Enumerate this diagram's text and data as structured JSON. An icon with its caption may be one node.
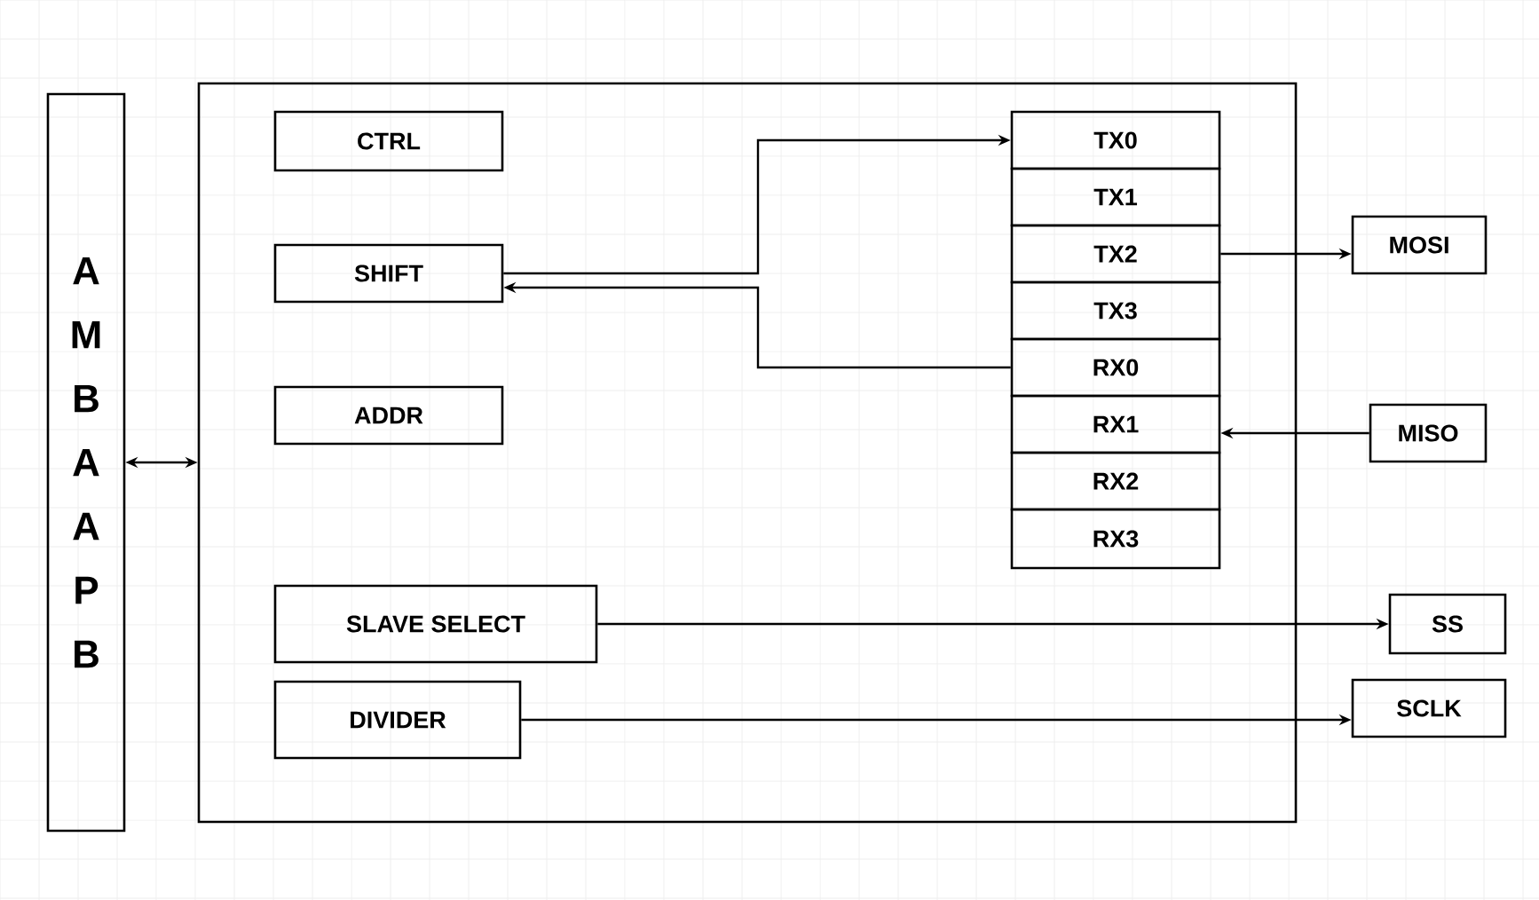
{
  "diagram": {
    "nodes": [
      {
        "text": [
          "AMBA APB"
        ]
      },
      {
        "text": [],
        "shape": "box"
      },
      {
        "text": [
          "CTRL"
        ],
        "in": 1
      },
      {
        "text": [
          "SHIFT"
        ],
        "in": 1
      },
      {
        "text": [
          "ADDR"
        ],
        "in": 1
      },
      {
        "text": [
          "TX0"
        ],
        "in": 1
      },
      {
        "text": [
          "TX1"
        ],
        "in": 1
      },
      {
        "text": [
          "TX2"
        ],
        "in": 1
      },
      {
        "text": [
          "TX3"
        ],
        "in": 1
      },
      {
        "text": [
          "RX0"
        ],
        "in": 1
      },
      {
        "text": [
          "RX1"
        ],
        "in": 1
      },
      {
        "text": [
          "RX2"
        ],
        "in": 1
      },
      {
        "text": [
          "RX3"
        ],
        "in": 1
      },
      {
        "text": [
          "SLAVE SELECT"
        ],
        "in": 1
      },
      {
        "text": [
          "DIVIDER"
        ],
        "in": 1
      },
      {
        "text": [
          "MOSI"
        ]
      },
      {
        "text": [
          "MISO"
        ]
      },
      {
        "text": [
          "SS"
        ]
      },
      {
        "text": [
          "SCLK"
        ]
      }
    ],
    "edges": [
      {
        "from": 0,
        "to": 1,
        "arrow": "both"
      },
      {
        "from": 3,
        "to": 5,
        "arrow": "to"
      },
      {
        "from": 9,
        "to": 3,
        "arrow": "to"
      },
      {
        "from": 7,
        "to": 15,
        "arrow": "to"
      },
      {
        "from": 16,
        "to": 10,
        "arrow": "to"
      },
      {
        "from": 13,
        "to": 17,
        "arrow": "to"
      },
      {
        "from": 14,
        "to": 18,
        "arrow": "to"
      }
    ]
  }
}
